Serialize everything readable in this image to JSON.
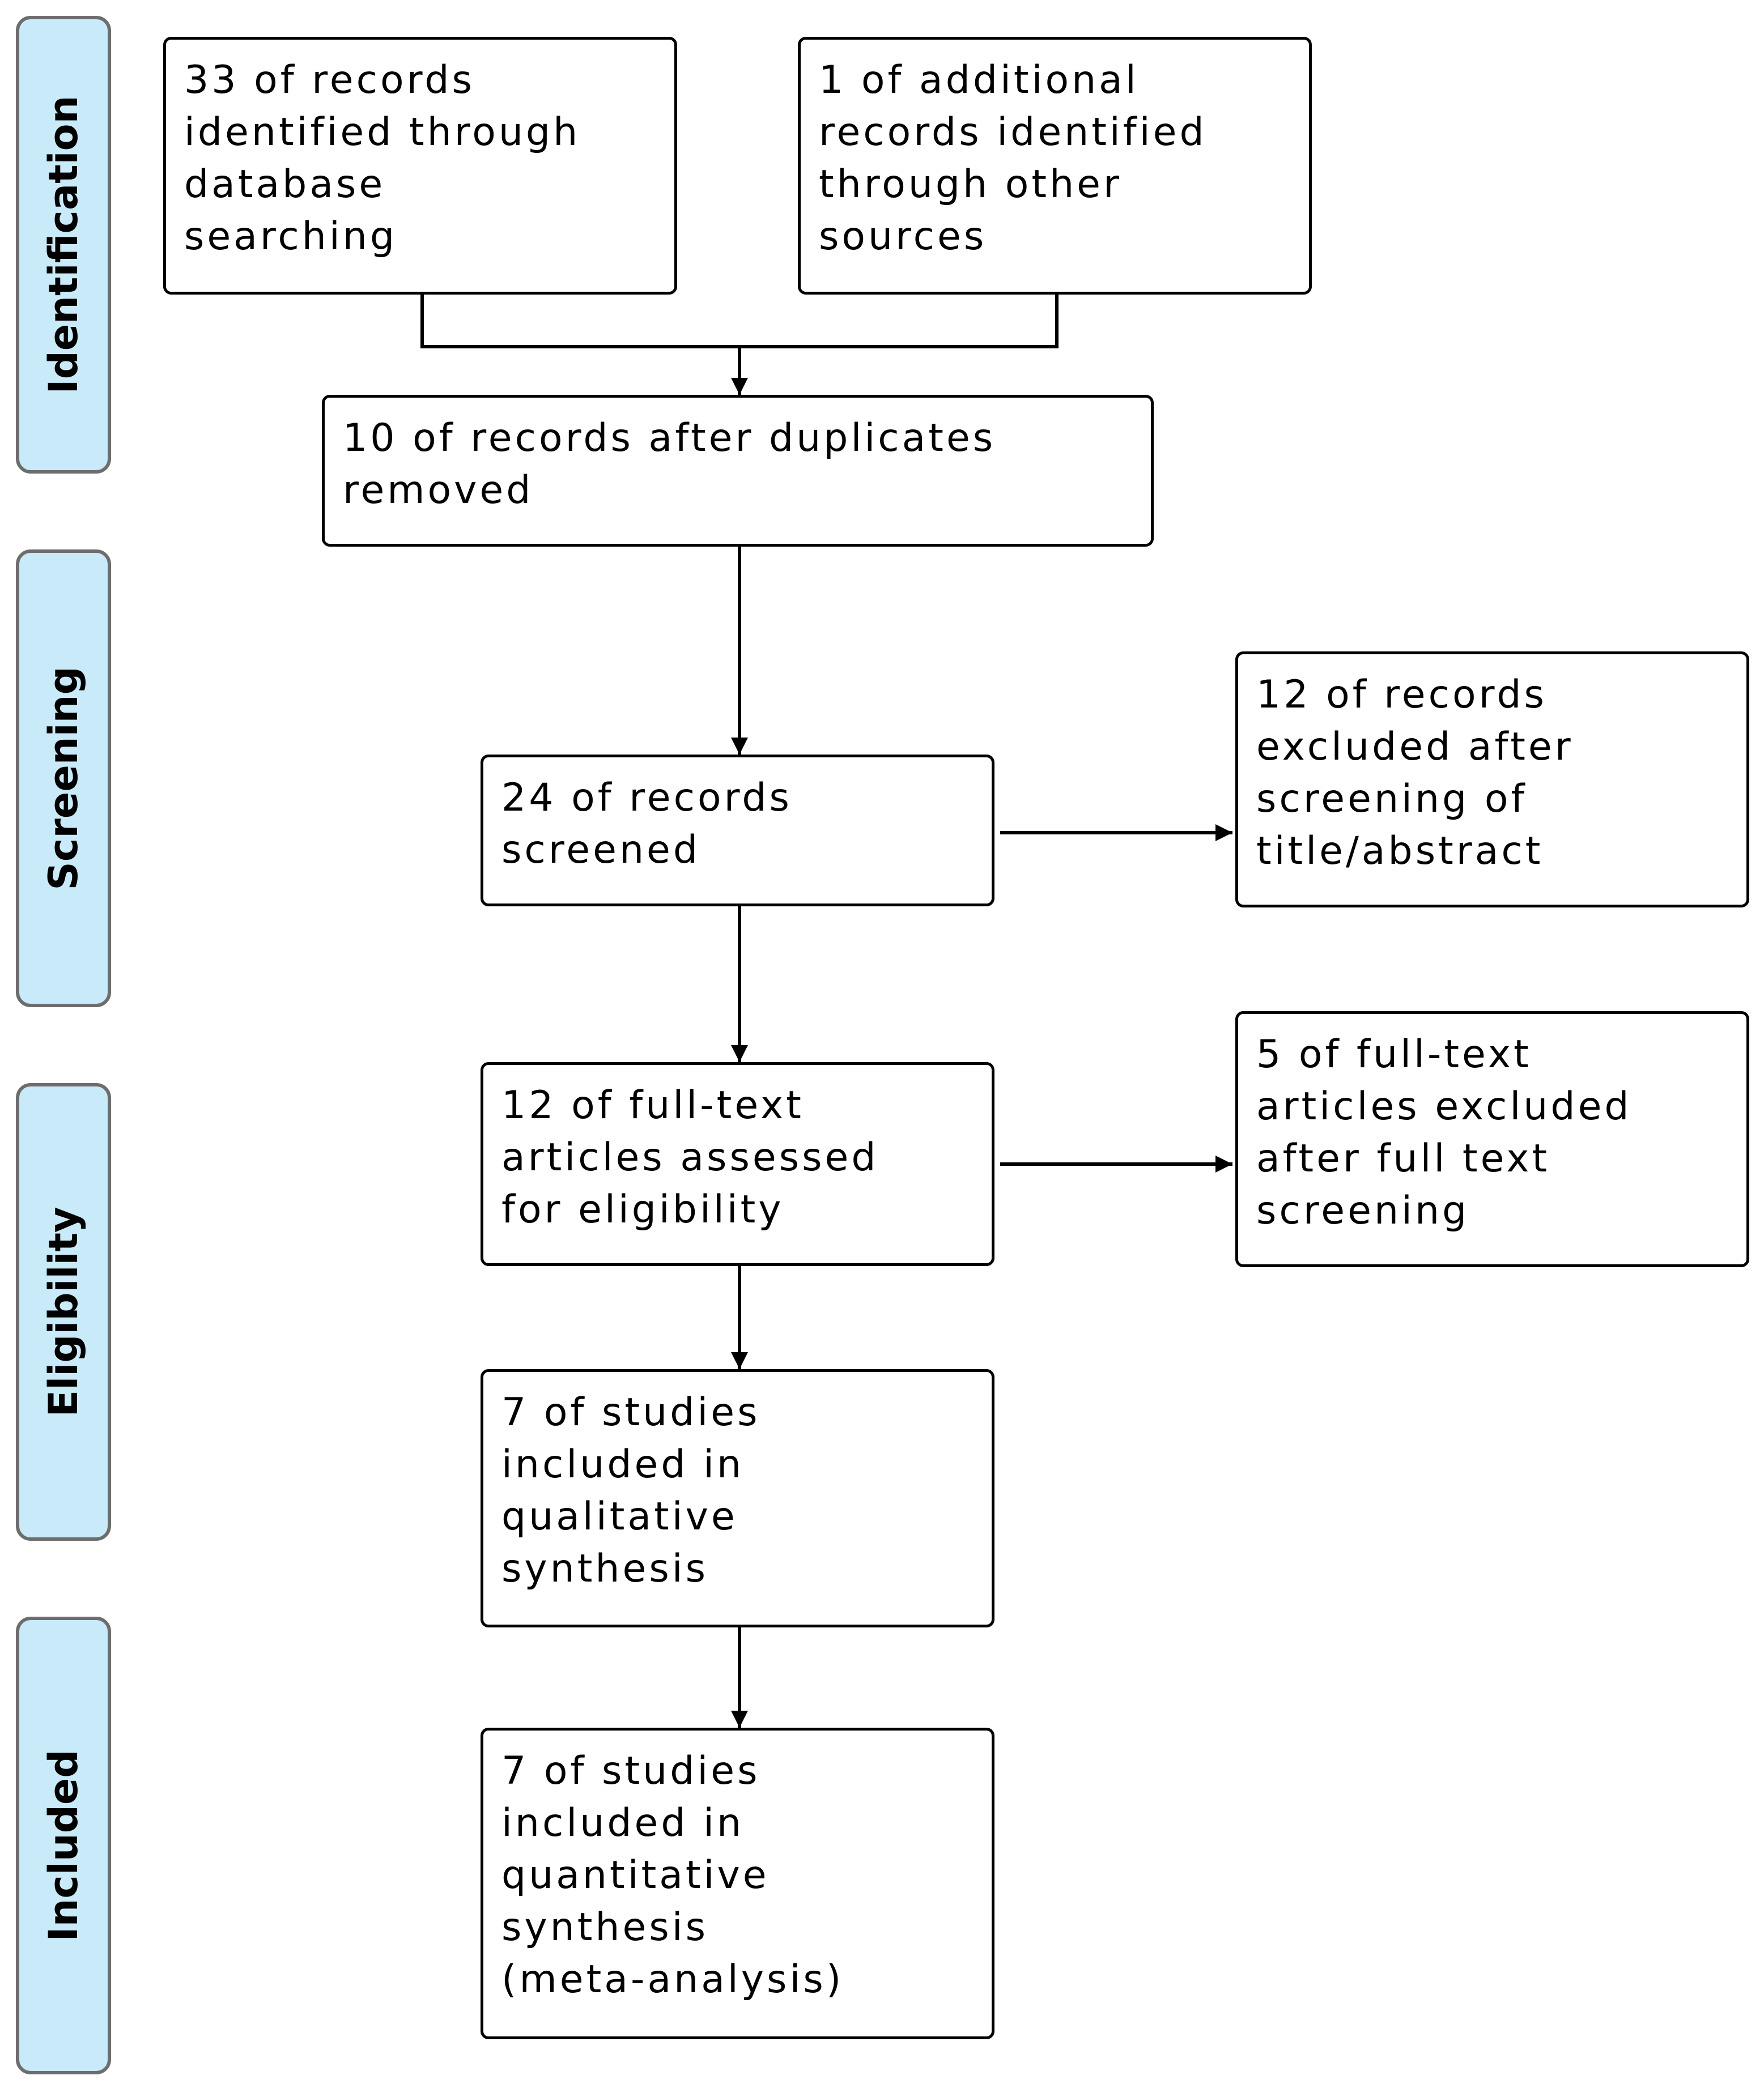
{
  "phases": {
    "identification": "Identification",
    "screening": "Screening",
    "eligibility": "Eligibility",
    "included": "Included"
  },
  "boxes": {
    "database_records": "33 of records\nidentified through\ndatabase\nsearching",
    "other_records": "1 of additional\nrecords identified\nthrough other\nsources",
    "after_duplicates": "10 of records after duplicates\nremoved",
    "screened": "24 of records\nscreened",
    "excluded_screening": "12 of records\nexcluded after\nscreening of\ntitle/abstract",
    "full_text_assessed": "12 of full-text\narticles assessed\nfor eligibility",
    "full_text_excluded": "5 of full-text\narticles excluded\nafter full text\nscreening",
    "qualitative": "7 of studies\nincluded in\nqualitative\nsynthesis",
    "quantitative": "7 of studies\nincluded in\nquantitative\nsynthesis\n(meta-analysis)"
  }
}
